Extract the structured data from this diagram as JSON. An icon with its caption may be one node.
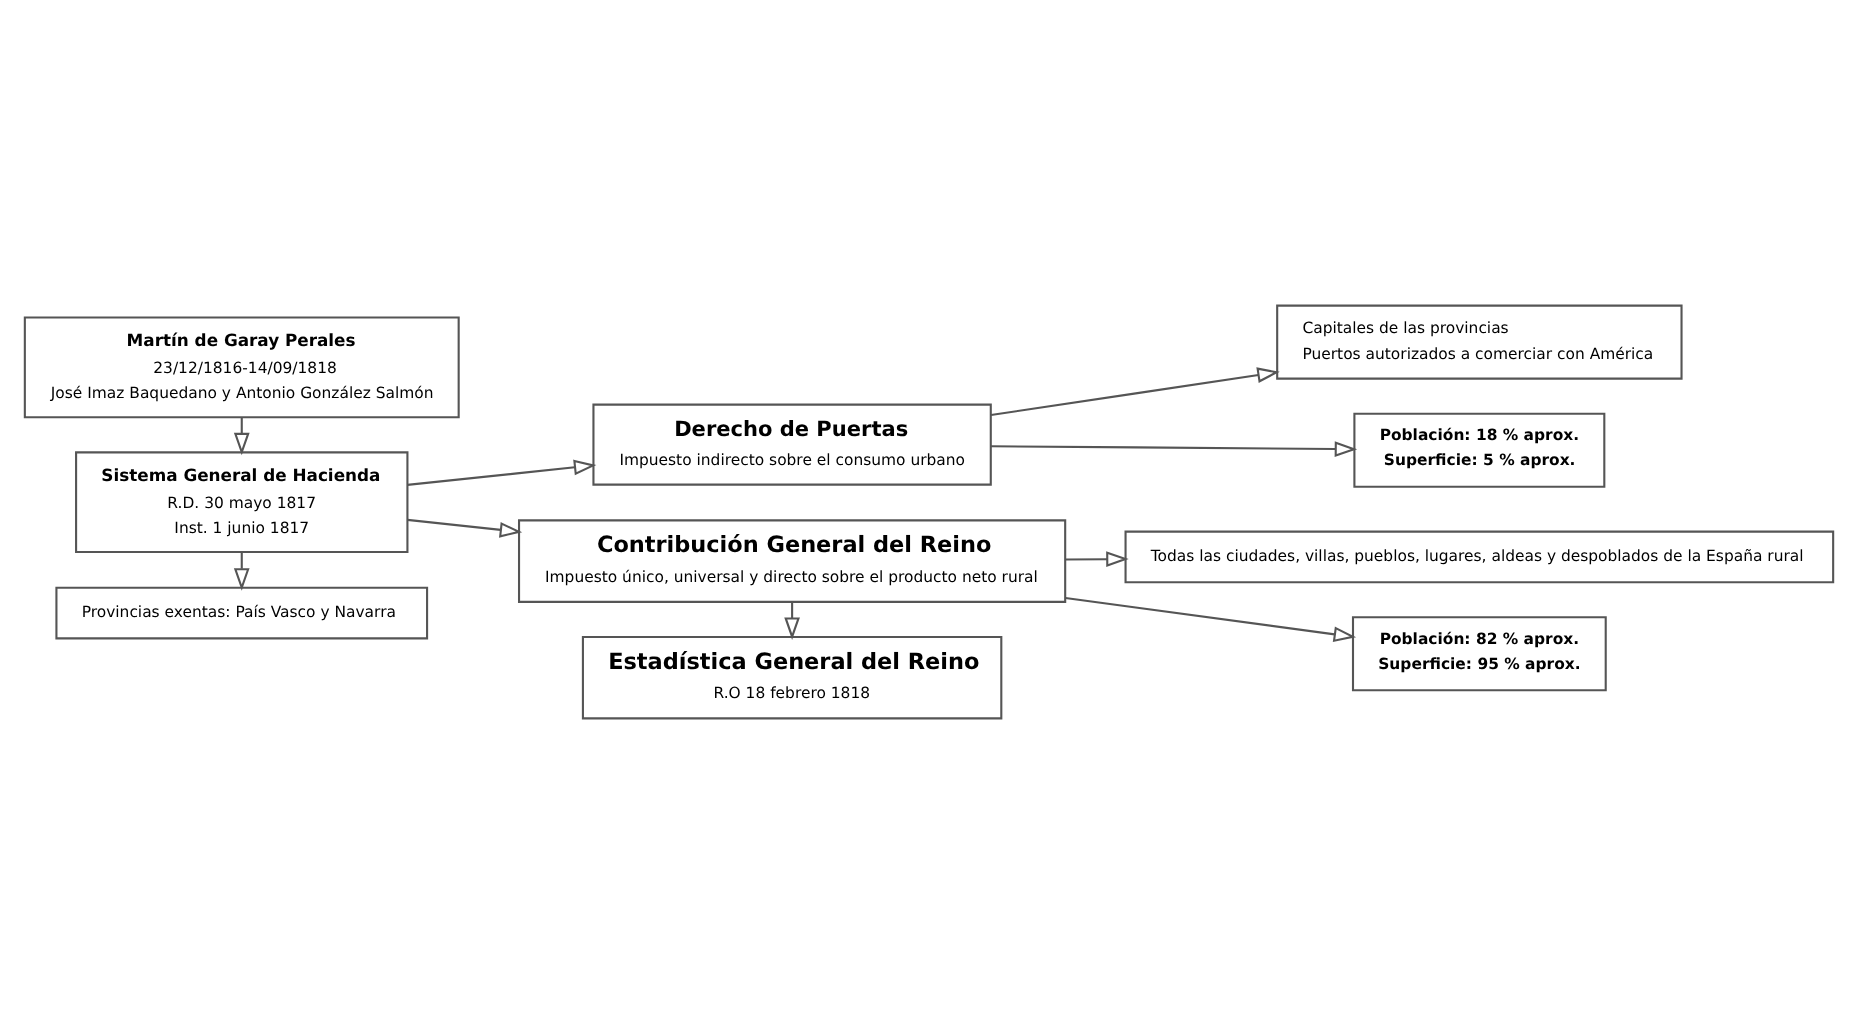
{
  "diagram": {
    "nodes": [
      {
        "text": [
          "Martín de Garay Perales",
          "23/12/1816-14/09/1818",
          "José Imaz Baquedano y Antonio González Salmón"
        ]
      },
      {
        "text": [
          "Sistema General de Hacienda",
          "R.D. 30 mayo 1817",
          "Inst. 1 junio 1817"
        ]
      },
      {
        "text": [
          "Derecho de Puertas",
          "Impuesto indirecto sobre el consumo urbano"
        ]
      },
      {
        "text": [
          "Capitales de las provincias",
          "Puertos autorizados a comerciar con América"
        ]
      },
      {
        "text": [
          "Población: 18 % aprox.",
          "Superficie: 5 % aprox."
        ]
      },
      {
        "text": [
          "Contribución General del Reino",
          "Impuesto único, universal y directo sobre el producto neto rural"
        ]
      },
      {
        "text": [
          "Todas las ciudades, villas, pueblos, lugares, aldeas y despoblados de la España rural"
        ]
      },
      {
        "text": [
          "Población: 82 % aprox.",
          "Superficie: 95 % aprox."
        ]
      },
      {
        "text": [
          "Provincias exentas: País Vasco y Navarra"
        ]
      },
      {
        "text": [
          "Estadística General del Reino",
          "R.O 18 febrero 1818"
        ]
      }
    ],
    "edges": [
      {
        "from": 0,
        "to": 1,
        "arrow": "to"
      },
      {
        "from": 1,
        "to": 2,
        "arrow": "to"
      },
      {
        "from": 1,
        "to": 5,
        "arrow": "to"
      },
      {
        "from": 1,
        "to": 8,
        "arrow": "to"
      },
      {
        "from": 2,
        "to": 3,
        "arrow": "to"
      },
      {
        "from": 2,
        "to": 4,
        "arrow": "to"
      },
      {
        "from": 5,
        "to": 6,
        "arrow": "to"
      },
      {
        "from": 5,
        "to": 7,
        "arrow": "to"
      },
      {
        "from": 5,
        "to": 9,
        "arrow": "to"
      }
    ]
  }
}
